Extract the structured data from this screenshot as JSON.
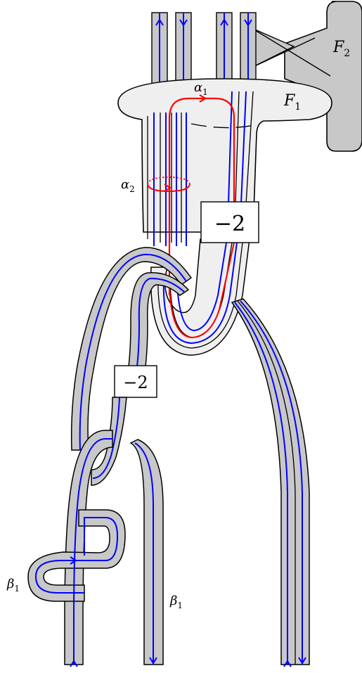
{
  "labels": {
    "f1": "F",
    "f1_sub": "1",
    "f2": "F",
    "f2_sub": "2",
    "alpha1": "α",
    "alpha1_sub": "1",
    "alpha2": "α",
    "alpha2_sub": "2",
    "beta1_left": "β",
    "beta1_left_sub": "1",
    "beta1_right": "β",
    "beta1_right_sub": "1"
  },
  "twist_boxes": {
    "upper": "−2",
    "lower": "−2"
  },
  "colors": {
    "band_fill": "#c8c8c8",
    "light_fill": "#efefef",
    "outline": "#000000",
    "strand": "#0000ff",
    "curve": "#ff0000"
  }
}
